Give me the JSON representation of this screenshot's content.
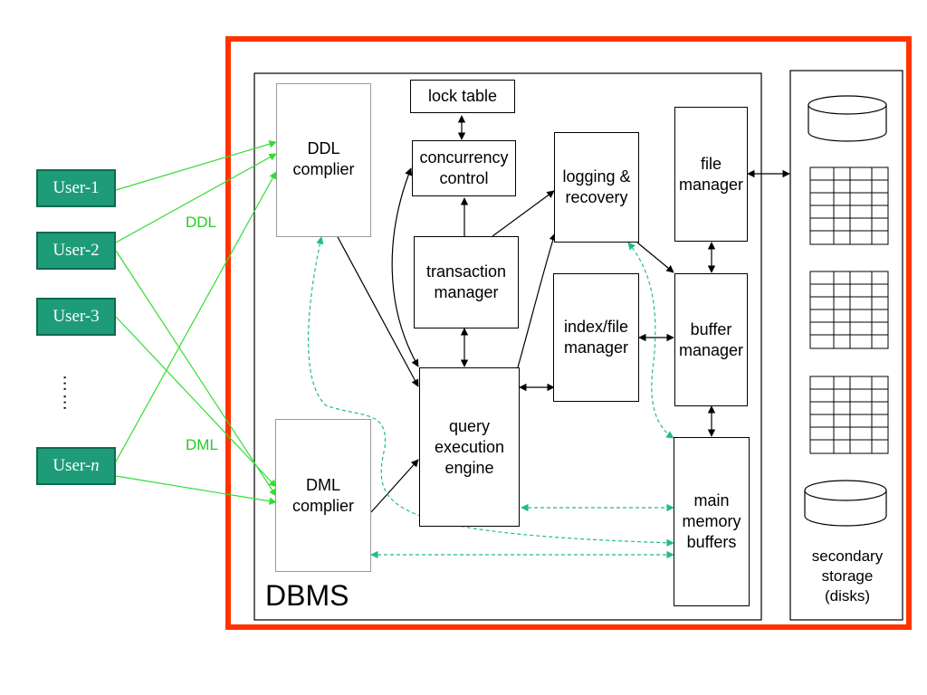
{
  "users": [
    "User-1",
    "User-2",
    "User-3",
    "User-n"
  ],
  "ellipsis": "……",
  "labels": {
    "ddl": "DDL",
    "dml": "DML"
  },
  "dbms_label": "DBMS",
  "components": {
    "lock_table": "lock table",
    "concurrency_control": "concurrency\ncontrol",
    "ddl_compiler": "DDL\ncomplier",
    "logging_recovery": "logging &\nrecovery",
    "file_manager": "file\nmanager",
    "transaction_manager": "transaction\nmanager",
    "index_file_manager": "index/file\nmanager",
    "buffer_manager": "buffer\nmanager",
    "query_execution_engine": "query\nexecution\nengine",
    "dml_compiler": "DML\ncomplier",
    "main_memory_buffers": "main\nmemory\nbuffers"
  },
  "secondary_storage": "secondary\nstorage\n(disks)",
  "colors": {
    "frame": "#ff3300",
    "user_fill": "#1e9c78",
    "green_line": "#33dd33",
    "dashed": "#22bb88"
  }
}
